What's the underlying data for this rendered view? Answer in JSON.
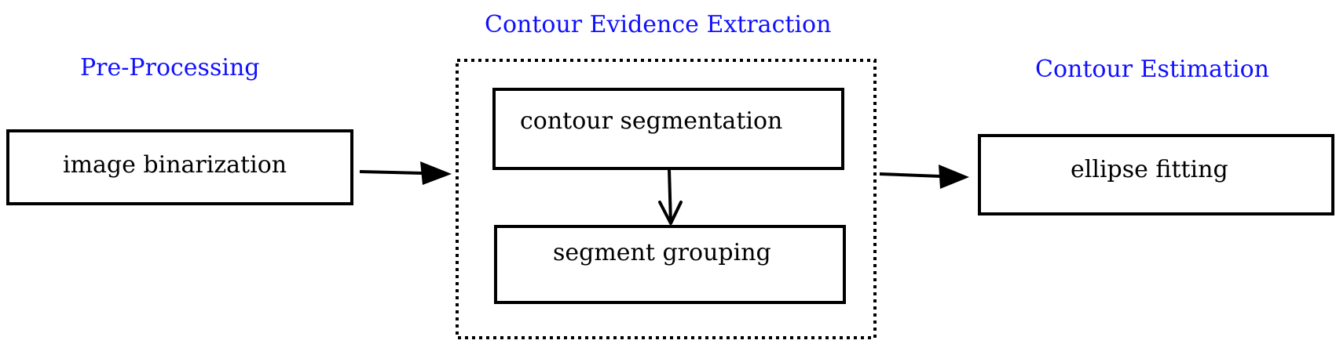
{
  "stages": {
    "preprocessing": {
      "title": "Pre-Processing",
      "box_label": "image binarization"
    },
    "evidence_extraction": {
      "title": "Contour Evidence Extraction",
      "box1_label": "contour segmentation",
      "box2_label": "segment grouping"
    },
    "estimation": {
      "title": "Contour Estimation",
      "box_label": "ellipse fitting"
    }
  },
  "colors": {
    "stage_title": "#1010ff",
    "stroke": "#000000",
    "background": "#ffffff"
  }
}
